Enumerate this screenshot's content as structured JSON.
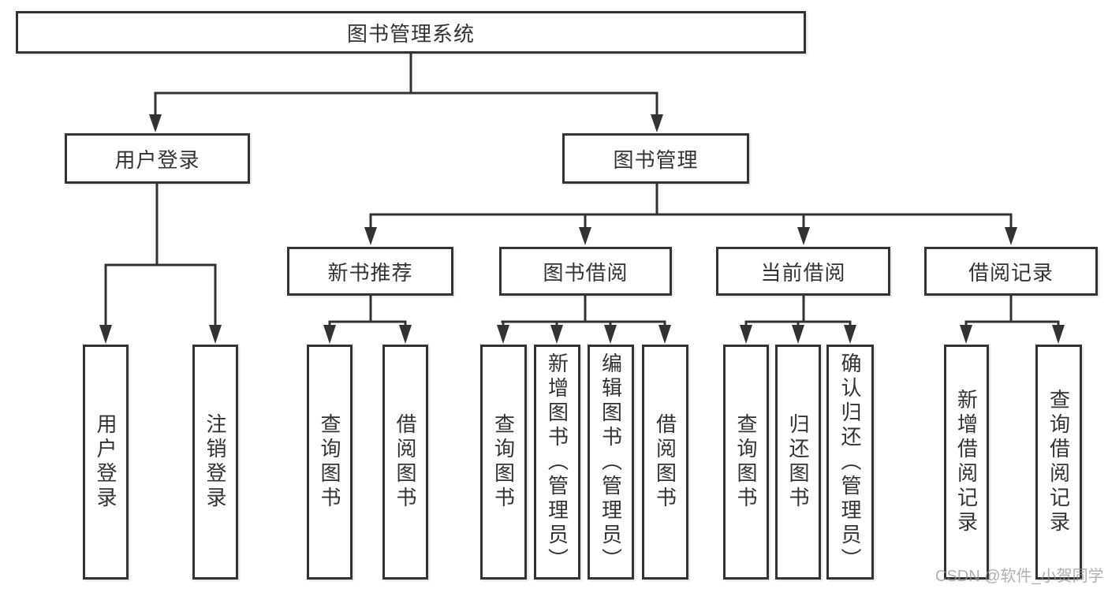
{
  "diagram_title": "图书管理系统",
  "tree": {
    "label": "图书管理系统",
    "children": [
      {
        "label": "用户登录",
        "children": [
          {
            "label": "用户登录"
          },
          {
            "label": "注销登录"
          }
        ]
      },
      {
        "label": "图书管理",
        "children": [
          {
            "label": "新书推荐",
            "children": [
              {
                "label": "查询图书"
              },
              {
                "label": "借阅图书"
              }
            ]
          },
          {
            "label": "图书借阅",
            "children": [
              {
                "label": "查询图书"
              },
              {
                "label": "新增图书（管理员）"
              },
              {
                "label": "编辑图书（管理员）"
              },
              {
                "label": "借阅图书"
              }
            ]
          },
          {
            "label": "当前借阅",
            "children": [
              {
                "label": "查询图书"
              },
              {
                "label": "归还图书"
              },
              {
                "label": "确认归还（管理员）"
              }
            ]
          },
          {
            "label": "借阅记录",
            "children": [
              {
                "label": "新增借阅记录"
              },
              {
                "label": "查询借阅记录"
              }
            ]
          }
        ]
      }
    ]
  },
  "watermark": {
    "text": "CSDN @软件_小贺同学"
  },
  "colors": {
    "line": "#333333",
    "node_border": "#333333",
    "text": "#333333",
    "background": "#ffffff",
    "watermark": "#969696"
  }
}
